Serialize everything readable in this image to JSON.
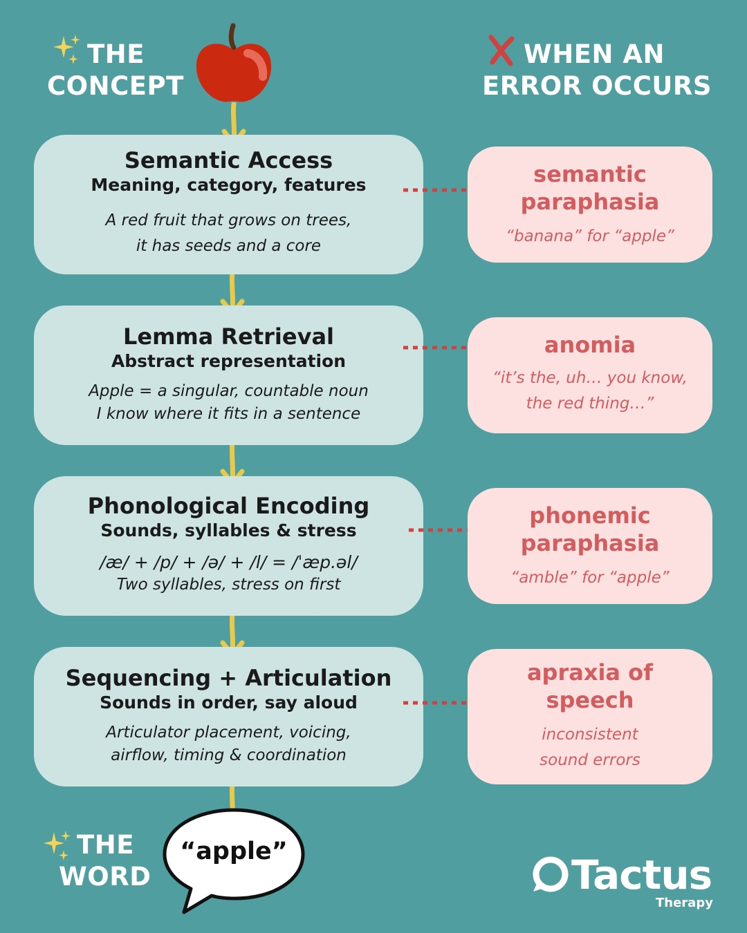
{
  "header": {
    "concept_line1": "THE",
    "concept_line2": "CONCEPT",
    "error_line1": "WHEN AN",
    "error_line2": "ERROR OCCURS",
    "word_line1": "THE",
    "word_line2": "WORD"
  },
  "stages": [
    {
      "title": "Semantic Access",
      "subtitle": "Meaning, category, features",
      "desc1": "A red fruit that grows on trees,",
      "desc2": "it has seeds and a core"
    },
    {
      "title": "Lemma Retrieval",
      "subtitle": "Abstract representation",
      "desc1": "Apple = a singular, countable noun",
      "desc2": "I know where it fits in a sentence"
    },
    {
      "title": "Phonological Encoding",
      "subtitle": "Sounds, syllables & stress",
      "desc1": "/æ/ + /p/ + /ə/ + /l/ = /ˈæp.əl/",
      "desc2": "Two syllables, stress on first"
    },
    {
      "title": "Sequencing + Articulation",
      "subtitle": "Sounds in order, say aloud",
      "desc1": "Articulator placement, voicing,",
      "desc2": "airflow, timing & coordination"
    }
  ],
  "errors": [
    {
      "title1": "semantic",
      "title2": "paraphasia",
      "ex1": "“banana” for “apple”",
      "ex2": ""
    },
    {
      "title1": "anomia",
      "title2": "",
      "ex1": "“it’s the, uh… you know,",
      "ex2": "the red thing…”"
    },
    {
      "title1": "phonemic",
      "title2": "paraphasia",
      "ex1": "“amble” for “apple”",
      "ex2": ""
    },
    {
      "title1": "apraxia of",
      "title2": "speech",
      "ex1": "inconsistent",
      "ex2": "sound errors"
    }
  ],
  "word": "“apple”",
  "brand": {
    "name": "Tactus",
    "sub": "Therapy"
  },
  "colors": {
    "background": "#519ea1",
    "stage_box": "#cde4e3",
    "error_box": "#fde1e1",
    "error_text": "#d35c5f",
    "arrow": "#e8c94a",
    "apple": "#cc2a10"
  }
}
